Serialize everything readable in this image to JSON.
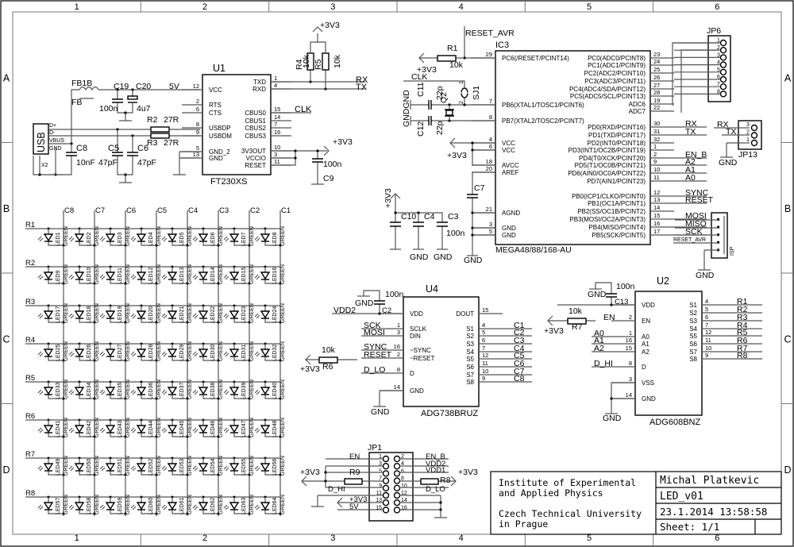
{
  "frame": {
    "columns": [
      "1",
      "2",
      "3",
      "4",
      "5",
      "6"
    ],
    "rows": [
      "A",
      "B",
      "C",
      "D"
    ]
  },
  "usb": {
    "connector": "USB",
    "ref": "X2",
    "pins": [
      "D+",
      "D-",
      "VBUS",
      "GND"
    ],
    "ferrite": {
      "ref": "FB1B",
      "value": "FB"
    },
    "c19": {
      "ref": "C19",
      "value": "100n"
    },
    "c20": {
      "ref": "C20",
      "value": "4u7"
    },
    "c8": {
      "ref": "C8",
      "value": "10nF"
    },
    "c5": {
      "ref": "C5",
      "value": "47pF"
    },
    "c6": {
      "ref": "C6",
      "value": "47pF"
    },
    "r2": {
      "ref": "R2",
      "value": "27R"
    },
    "r3": {
      "ref": "R3",
      "value": "27R"
    },
    "net_5v": "5V"
  },
  "u1": {
    "ref": "U1",
    "part": "FT230XS",
    "left_pins": [
      {
        "num": "12",
        "name": "VCC"
      },
      {
        "num": "2",
        "name": "RTS"
      },
      {
        "num": "6",
        "name": "CTS"
      },
      {
        "num": "8",
        "name": "USBDP"
      },
      {
        "num": "9",
        "name": "USBDM"
      },
      {
        "num": "5",
        "name": "GND_2"
      },
      {
        "num": "13",
        "name": "GND"
      }
    ],
    "right_pins": [
      {
        "num": "1",
        "name": "TXD"
      },
      {
        "num": "4",
        "name": "RXD"
      },
      {
        "num": "15",
        "name": "CBUS0"
      },
      {
        "num": "14",
        "name": "CBUS1"
      },
      {
        "num": "7",
        "name": "CBUS2"
      },
      {
        "num": "16",
        "name": "CBUS3"
      },
      {
        "num": "10",
        "name": "3V3OUT"
      },
      {
        "num": "3",
        "name": "VCCIO"
      },
      {
        "num": "11",
        "name": "RESET"
      }
    ],
    "net_rx": "RX",
    "net_tx": "TX",
    "net_clk": "CLK",
    "supply": "+3V3",
    "r4": {
      "ref": "R4",
      "value": "10k"
    },
    "r5": {
      "ref": "R5",
      "value": "10k"
    },
    "c9": {
      "ref": "C9",
      "value": "100n"
    }
  },
  "ic3": {
    "ref": "IC3",
    "part": "MEGA48/88/168-AU",
    "reset_net": "RESET_AVR",
    "r1": {
      "ref": "R1",
      "value": "10k"
    },
    "sj1": {
      "ref": "SJ1",
      "pin1": "1",
      "pin2": "2"
    },
    "clk": "CLK",
    "q2": "Q2",
    "c11": {
      "ref": "C11",
      "value": "22p"
    },
    "c12": {
      "ref": "C12",
      "value": "22p"
    },
    "gnd_pair": "GNDGND",
    "c7": "C7",
    "c10": "C10",
    "c4": "C4",
    "c3": {
      "ref": "C3",
      "value": "100n"
    },
    "supply": "+3V3",
    "gnd": "GND",
    "left_pins": [
      {
        "num": "29",
        "name": "PC6(/RESET/PCINT14)"
      },
      {
        "num": "7",
        "name": "PB6(XTAL1/TOSC1/PCINT6)"
      },
      {
        "num": "8",
        "name": "PB7(XTAL2/TOSC2/PCINT7)"
      },
      {
        "num": "4",
        "name": "VCC"
      },
      {
        "num": "6",
        "name": "VCC"
      },
      {
        "num": "18",
        "name": "AVCC"
      },
      {
        "num": "20",
        "name": "AREF"
      },
      {
        "num": "21",
        "name": "AGND"
      },
      {
        "num": "3",
        "name": "GND"
      },
      {
        "num": "5",
        "name": "GND"
      }
    ],
    "right_pins": [
      {
        "num": "23",
        "name": "PC0(ADC0/PCINT8)",
        "net": ""
      },
      {
        "num": "24",
        "name": "PC1(ADC1/PCINT9)",
        "net": ""
      },
      {
        "num": "25",
        "name": "PC2(ADC2/PCINT10)",
        "net": ""
      },
      {
        "num": "26",
        "name": "PC3(ADC3/PCINT11)",
        "net": ""
      },
      {
        "num": "27",
        "name": "PC4(ADC4/SDA/PCINT12)",
        "net": ""
      },
      {
        "num": "28",
        "name": "PC5(ADC5/SCL/PCINT13)",
        "net": ""
      },
      {
        "num": "19",
        "name": "ADC6",
        "net": ""
      },
      {
        "num": "22",
        "name": "ADC7",
        "net": ""
      },
      {
        "num": "30",
        "name": "PD0(RXD/PCINT16)",
        "net": "RX"
      },
      {
        "num": "31",
        "name": "PD1(TXD/PCINT17)",
        "net": "TX"
      },
      {
        "num": "32",
        "name": "PD2(INT0/PCINT18)",
        "net": ""
      },
      {
        "num": "1",
        "name": "PD3(INT1/OC2B/PCINT19)",
        "net": ""
      },
      {
        "num": "2",
        "name": "PD4(T0/XCK/PCINT20)",
        "net": "EN_B"
      },
      {
        "num": "9",
        "name": "PD5(T1/OC0B/PCINT21)",
        "net": "A2"
      },
      {
        "num": "10",
        "name": "PD6(AIN0/OC0A/PCINT22)",
        "net": "A1"
      },
      {
        "num": "11",
        "name": "PD7(AIN1/PCINT23)",
        "net": "A0"
      },
      {
        "num": "12",
        "name": "PB0(ICP1/CLKO/PCINT0)",
        "net": "SYNC"
      },
      {
        "num": "13",
        "name": "PB1(OC1A/PCINT1)",
        "net": "RESET"
      },
      {
        "num": "14",
        "name": "PB2(SS/OC1B/PCINT2)",
        "net": ""
      },
      {
        "num": "15",
        "name": "PB3(MOSI/OC2A/PCINT3)",
        "net": "MOSI"
      },
      {
        "num": "16",
        "name": "PB4(MISO/PCINT4)",
        "net": "MISO"
      },
      {
        "num": "17",
        "name": "PB5(SCK/PCINT5)",
        "net": "SCK"
      }
    ]
  },
  "jp6": {
    "ref": "JP6",
    "pins": [
      "1",
      "2",
      "3",
      "4",
      "5",
      "6",
      "7",
      "8"
    ]
  },
  "jp13": {
    "ref": "JP13",
    "pins": [
      "3",
      "2",
      "1"
    ],
    "nets": [
      "RX",
      "TX"
    ],
    "gnd": "GND"
  },
  "isp": {
    "ref": "ISP",
    "reset_net": "RESET_AVR",
    "gnd": "GND"
  },
  "led_matrix": {
    "columns": [
      "C8",
      "C7",
      "C6",
      "C5",
      "C4",
      "C3",
      "C2",
      "C1"
    ],
    "rows": [
      "R1",
      "R2",
      "R3",
      "R4",
      "R5",
      "R6",
      "R7",
      "R8"
    ],
    "led_prefix": "LED",
    "color": "GREEN"
  },
  "u4": {
    "ref": "U4",
    "part": "ADG738BRUZ",
    "cap": {
      "ref": "C2",
      "value": "100n"
    },
    "vdd_net": "VDD2",
    "gnd": "GND",
    "r6": {
      "ref": "R6",
      "value": "10k"
    },
    "supply": "+3V3",
    "left_pins": [
      {
        "num": "",
        "name": "VDD",
        "net": "VDD2"
      },
      {
        "num": "1",
        "name": "SCLK",
        "net": "SCK"
      },
      {
        "num": "3",
        "name": "DIN",
        "net": "MOSI"
      },
      {
        "num": "16",
        "name": "~SYNC",
        "net": "SYNC"
      },
      {
        "num": "2",
        "name": "~RESET",
        "net": "RESET"
      },
      {
        "num": "8",
        "name": "D",
        "net": "D_LO"
      },
      {
        "num": "14",
        "name": "GND",
        "net": ""
      }
    ],
    "right_pins": [
      {
        "num": "15",
        "name": "DOUT",
        "net": ""
      },
      {
        "num": "4",
        "name": "S1",
        "net": "C1"
      },
      {
        "num": "5",
        "name": "S2",
        "net": "C2"
      },
      {
        "num": "6",
        "name": "S3",
        "net": "C3"
      },
      {
        "num": "7",
        "name": "S4",
        "net": "C4"
      },
      {
        "num": "12",
        "name": "S5",
        "net": "C5"
      },
      {
        "num": "11",
        "name": "S6",
        "net": "C6"
      },
      {
        "num": "10",
        "name": "S7",
        "net": "C7"
      },
      {
        "num": "9",
        "name": "S8",
        "net": "C8"
      }
    ]
  },
  "u2": {
    "ref": "U2",
    "part": "ADG608BNZ",
    "cap": {
      "ref": "C13",
      "value": "100n"
    },
    "gnd": "GND",
    "r7": {
      "ref": "R7",
      "value": "10k"
    },
    "supply": "+3V3",
    "left_pins": [
      {
        "num": "",
        "name": "VDD",
        "net": "VDD1"
      },
      {
        "num": "2",
        "name": "EN",
        "net": "EN"
      },
      {
        "num": "1",
        "name": "A0",
        "net": "A0"
      },
      {
        "num": "16",
        "name": "A1",
        "net": "A1"
      },
      {
        "num": "15",
        "name": "A2",
        "net": "A2"
      },
      {
        "num": "8",
        "name": "D",
        "net": "D_HI"
      },
      {
        "num": "3",
        "name": "VSS",
        "net": ""
      },
      {
        "num": "14",
        "name": "GND",
        "net": ""
      }
    ],
    "right_pins": [
      {
        "num": "4",
        "name": "S1",
        "net": "R1"
      },
      {
        "num": "5",
        "name": "S2",
        "net": "R2"
      },
      {
        "num": "6",
        "name": "S3",
        "net": "R3"
      },
      {
        "num": "7",
        "name": "S4",
        "net": "R4"
      },
      {
        "num": "12",
        "name": "S5",
        "net": "R5"
      },
      {
        "num": "11",
        "name": "S6",
        "net": "R6"
      },
      {
        "num": "10",
        "name": "S7",
        "net": "R7"
      },
      {
        "num": "9",
        "name": "S8",
        "net": "R8"
      }
    ]
  },
  "jp1": {
    "ref": "JP1",
    "left_pins": [
      "1",
      "3",
      "5",
      "7",
      "9",
      "11",
      "13",
      "15"
    ],
    "right_pins": [
      "2",
      "4",
      "6",
      "8",
      "10",
      "12",
      "14",
      "16"
    ],
    "left_nets": [
      "EN",
      "",
      "",
      "D_HI",
      "",
      "",
      "+3V3",
      "5V"
    ],
    "right_nets": [
      "EN_B",
      "VDD2",
      "VDD1",
      "D_LO",
      "",
      "",
      "",
      ""
    ],
    "r9": "R9",
    "r8": "R8",
    "supply_left": "+3V3",
    "supply_right": "+3V3"
  },
  "title_block": {
    "institute_line1": "Institute of Experimental",
    "institute_line2": "and Applied Physics",
    "university_line1": "Czech Technical University",
    "university_line2": "in Prague",
    "author": "Michal Platkevic",
    "project": "LED_v01",
    "datetime": "23.1.2014 13:58:58",
    "sheet": "Sheet: 1/1"
  }
}
